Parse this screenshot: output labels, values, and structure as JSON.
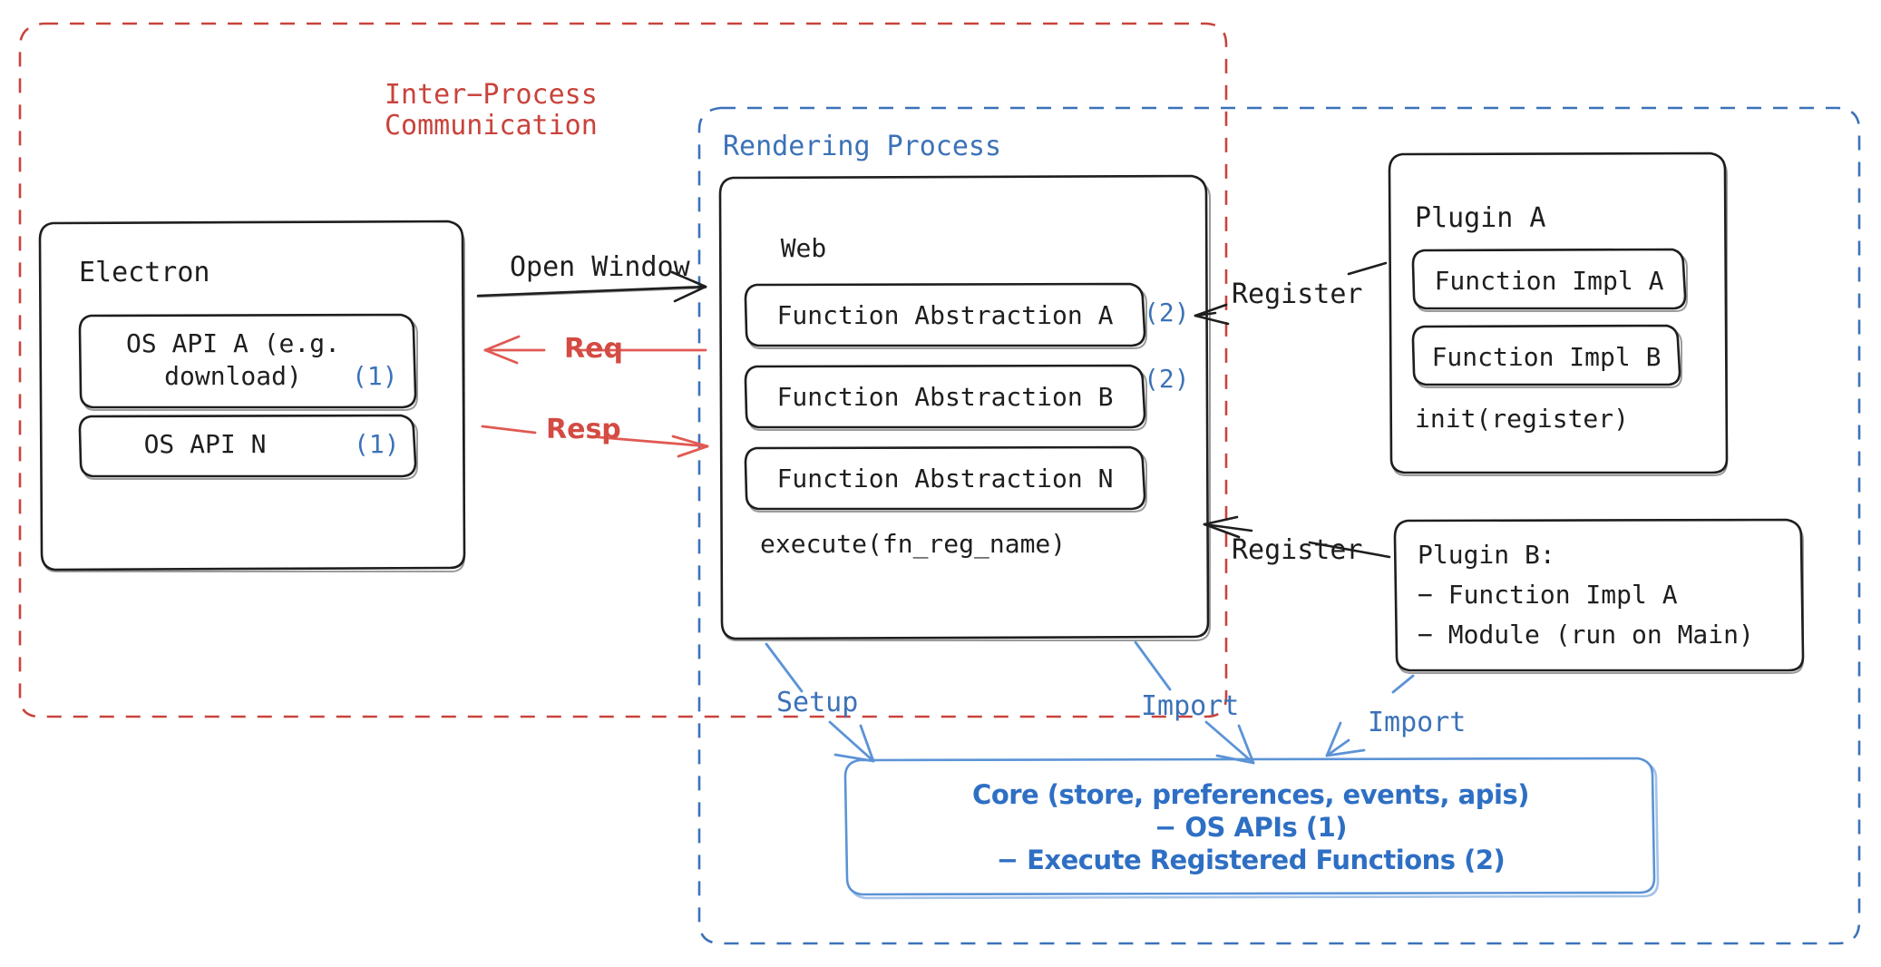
{
  "diagram": {
    "title_hidden": "Electron plugin architecture",
    "colors": {
      "red": "#c9433c",
      "blue": "#3b72b8",
      "core_blue": "#2e6fc4",
      "ink": "#1e1e1e",
      "background": "#ffffff"
    }
  },
  "groups": {
    "ipc": {
      "label": "Inter–Process\nCommunication",
      "label_line1": "Inter−Process",
      "label_line2": "Communication",
      "style": "dashed",
      "color": "#c9433c"
    },
    "rendering": {
      "label": "Rendering Process",
      "style": "dashed",
      "color": "#3b72b8"
    }
  },
  "electron": {
    "title": "Electron",
    "items": [
      {
        "text": "OS API A (e.g.\ndownload)",
        "line1": "OS API A (e.g.",
        "line2": "download)",
        "marker": "(1)"
      },
      {
        "text": "OS API N",
        "line1": "OS API N",
        "line2": "",
        "marker": "(1)"
      }
    ]
  },
  "web": {
    "title": "Web",
    "abstractions": [
      {
        "label": "Function Abstraction A",
        "marker": "(2)"
      },
      {
        "label": "Function Abstraction B",
        "marker": "(2)"
      },
      {
        "label": "Function Abstraction N",
        "marker": ""
      }
    ],
    "footer": "execute(fn_reg_name)"
  },
  "plugin_a": {
    "title": "Plugin A",
    "items": [
      "Function Impl A",
      "Function Impl B"
    ],
    "footer": "init(register)"
  },
  "plugin_b": {
    "title": "Plugin B:",
    "items": [
      "− Function Impl A",
      "− Module (run on Main)"
    ]
  },
  "core": {
    "line1": "Core (store, preferences, events, apis)",
    "line2": "− OS APIs (1)",
    "line3": "− Execute Registered Functions (2)"
  },
  "arrows": {
    "open_window": "Open Window",
    "req": "Req",
    "resp": "Resp",
    "register_a": "Register",
    "register_b": "Register",
    "setup": "Setup",
    "import_web": "Import",
    "import_plugin_b": "Import"
  }
}
